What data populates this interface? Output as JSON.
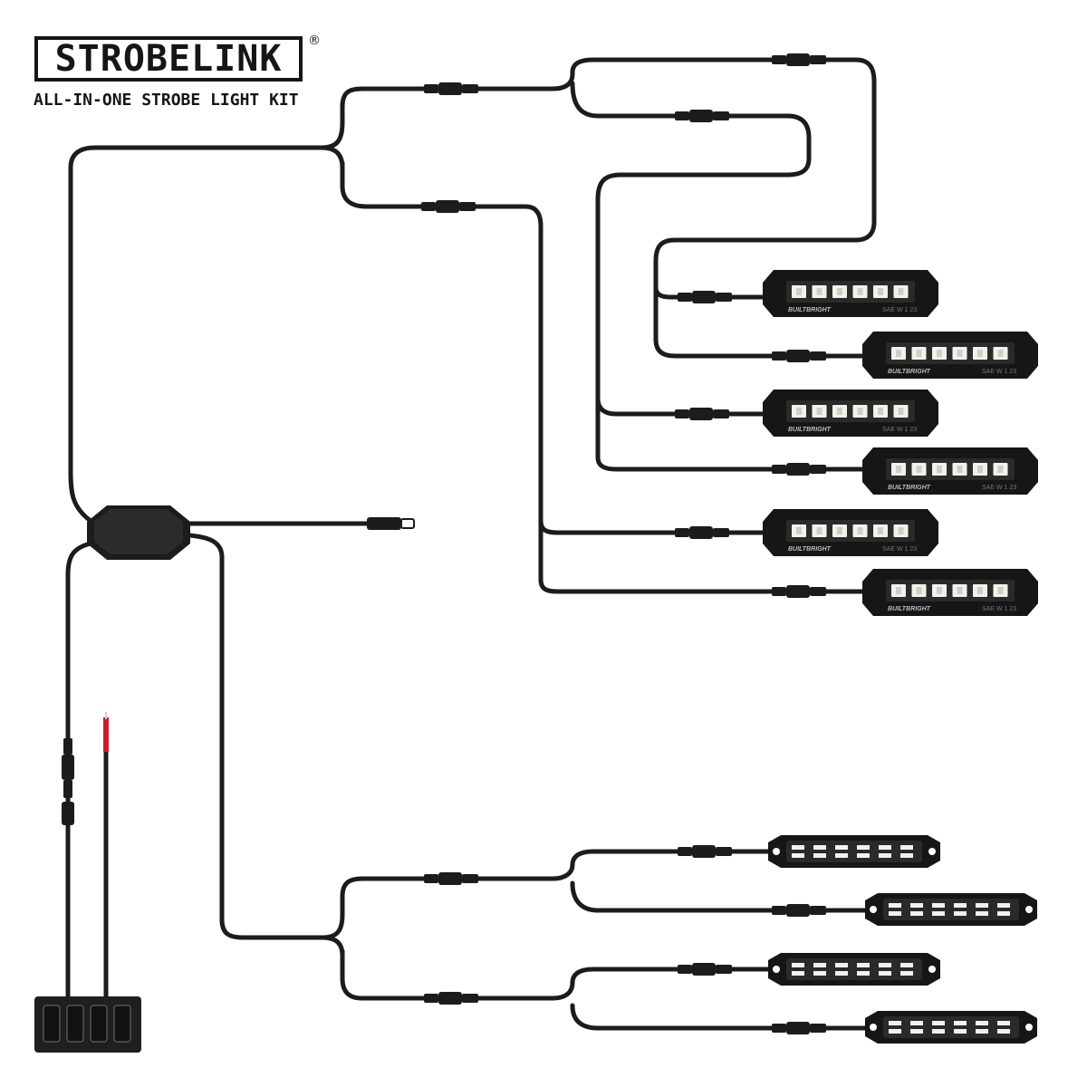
{
  "brand": {
    "name": "STROBELINK",
    "registered_mark": "®",
    "subtitle": "ALL-IN-ONE STROBE LIGHT KIT"
  },
  "lights": {
    "brand_label": "BUILTBRIGHT",
    "rating_label": "SAE W 1 23"
  },
  "colors": {
    "cable": "#1c1c1c",
    "housing": "#161616",
    "lens": "#2a2a2a",
    "led": "#f2f2ec",
    "positive_wire": "#c8202a"
  }
}
